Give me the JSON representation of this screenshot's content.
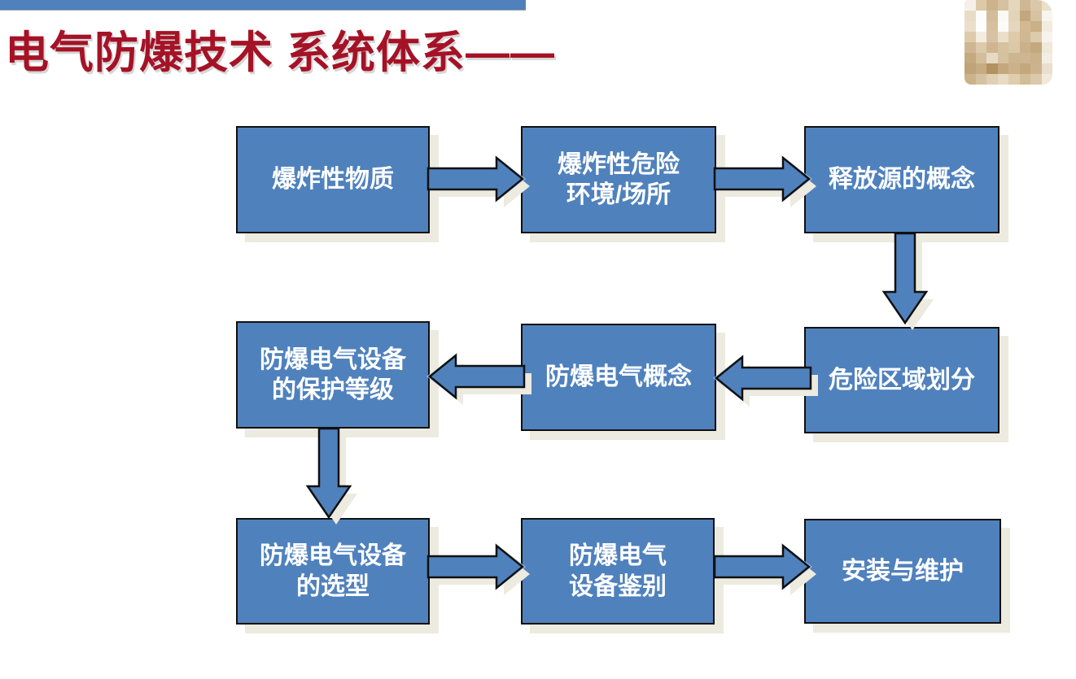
{
  "header": {
    "title": "电气防爆技术 系统体系——",
    "title_color": "#a51226",
    "bar_color": "#5181bc"
  },
  "logo": {
    "description": "pixelated-tan-logo",
    "palette": [
      [
        "#f6f1e8",
        "#dcc9a8",
        "#cdb38c",
        "#d6c1a0",
        "#e5d7bd",
        "#cfb794",
        "#dbc8a8",
        "#eadfc9"
      ],
      [
        "#e8dcc6",
        "#fdfcfa",
        "#d3bd99",
        "#fbf9f5",
        "#e3d4b9",
        "#c2a77f",
        "#d6c1a1",
        "#f8f5ee"
      ],
      [
        "#ebdfcc",
        "#fdfdfc",
        "#d5c09f",
        "#fcfbf8",
        "#e5d7bd",
        "#d1b993",
        "#cab086",
        "#f2ecdf"
      ],
      [
        "#ddcbaa",
        "#f3ede1",
        "#d7c3a3",
        "#eadfcb",
        "#ddcbaa",
        "#d0b892",
        "#ddcbab",
        "#f7f3ec"
      ],
      [
        "#cfb693",
        "#ddcaaa",
        "#cfb692",
        "#d6c1a1",
        "#dbc8a7",
        "#cbb189",
        "#c4a87f",
        "#f0e8d9"
      ],
      [
        "#c5a97f",
        "#d3bd9b",
        "#e7dac2",
        "#d5c09f",
        "#ceb591",
        "#cfb692",
        "#ccb28a",
        "#f3eee5"
      ],
      [
        "#c0a378",
        "#c7ac83",
        "#b39160",
        "#c4a87d",
        "#ccb28a",
        "#c3a77d",
        "#cdb38c",
        "#eadfce"
      ],
      [
        "#ccb28a",
        "#d6c1a1",
        "#e0d0b3",
        "#e8dbc4",
        "#dfcdac",
        "#d3bd99",
        "#dcc9a9",
        "#f1e9db"
      ]
    ]
  },
  "flowchart": {
    "box_fill": "#4f81bd",
    "box_border": "#101010",
    "box_text_color": "#ffffff",
    "shadow_color": "#edeadf",
    "arrow_fill": "#4f81bd",
    "nodes": [
      {
        "id": 1,
        "label": "爆炸性物质"
      },
      {
        "id": 2,
        "label": "爆炸性危险\n环境/场所"
      },
      {
        "id": 3,
        "label": "释放源的概念"
      },
      {
        "id": 4,
        "label": "危险区域划分"
      },
      {
        "id": 5,
        "label": "防爆电气概念"
      },
      {
        "id": 6,
        "label": "防爆电气设备\n的保护等级"
      },
      {
        "id": 7,
        "label": "防爆电气设备\n的选型"
      },
      {
        "id": 8,
        "label": "防爆电气\n设备鉴别"
      },
      {
        "id": 9,
        "label": "安装与维护"
      }
    ],
    "edges": [
      {
        "from": "爆炸性物质",
        "to": "爆炸性危险 环境/场所",
        "direction": "right"
      },
      {
        "from": "爆炸性危险 环境/场所",
        "to": "释放源的概念",
        "direction": "right"
      },
      {
        "from": "释放源的概念",
        "to": "危险区域划分",
        "direction": "down"
      },
      {
        "from": "危险区域划分",
        "to": "防爆电气概念",
        "direction": "left"
      },
      {
        "from": "防爆电气概念",
        "to": "防爆电气设备的保护等级",
        "direction": "left"
      },
      {
        "from": "防爆电气设备的保护等级",
        "to": "防爆电气设备的选型",
        "direction": "down"
      },
      {
        "from": "防爆电气设备的选型",
        "to": "防爆电气设备鉴别",
        "direction": "right"
      },
      {
        "from": "防爆电气设备鉴别",
        "to": "安装与维护",
        "direction": "right"
      }
    ]
  }
}
